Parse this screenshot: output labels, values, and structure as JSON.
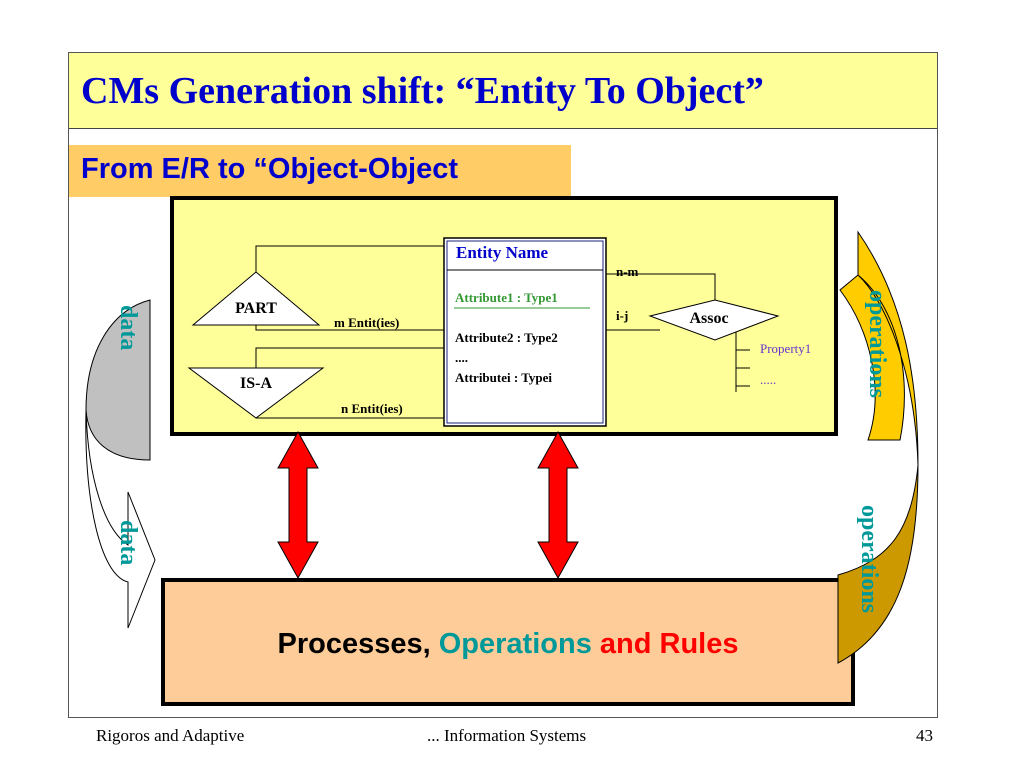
{
  "slide": {
    "title": "CMs Generation shift: “Entity To Object”",
    "subtitle": "From E/R to “Object-Object"
  },
  "er_diagram": {
    "entity": {
      "name": "Entity Name",
      "attribute1": "Attribute1 : Type1",
      "attribute2": "Attribute2 : Type2",
      "ellipsis": "....",
      "attribute_i": "Attributei : Typei"
    },
    "part_label": "PART",
    "isa_label": "IS-A",
    "assoc_label": "Assoc",
    "m_entities_label": "m Entit(ies)",
    "n_entities_label": "n Entit(ies)",
    "nm_label": "n-m",
    "ij_label": "i-j",
    "property1_label": "Property1",
    "property_more_label": "....."
  },
  "side_labels": {
    "data_top": "data",
    "data_bottom": "data",
    "operations_top": "operations",
    "operations_bottom": "operations"
  },
  "process_box": {
    "word1": "Processes,",
    "word2": "Operations",
    "word3": "and Rules"
  },
  "footer": {
    "left": "Rigoros and Adaptive",
    "center": "... Information Systems",
    "page_number": "43"
  },
  "colors": {
    "title_text": "#0000cc",
    "title_bg": "#ffff99",
    "subtitle_bg": "#ffcc66",
    "process_bg": "#fdcc99",
    "attribute1": "#339933",
    "property": "#6633cc",
    "data_label": "#009999",
    "operations_label": "#009999",
    "operations_word": "#009999",
    "rules_word": "#ff0000",
    "arrow_red": "#ff0000",
    "arrow_yellow": "#ffcc00",
    "arrow_gold": "#cc9900",
    "arrow_gray": "#c0c0c0"
  }
}
